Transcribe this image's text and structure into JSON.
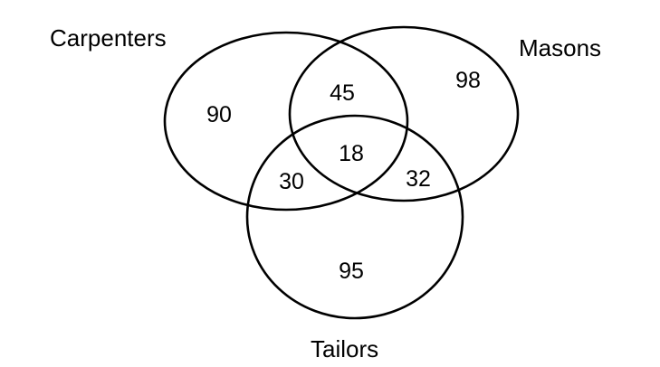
{
  "sets": {
    "carpenters": {
      "label": "Carpenters"
    },
    "masons": {
      "label": "Masons"
    },
    "tailors": {
      "label": "Tailors"
    }
  },
  "regions": {
    "carpenters_only": "90",
    "masons_only": "98",
    "tailors_only": "95",
    "carpenters_and_masons": "45",
    "carpenters_and_tailors": "30",
    "masons_and_tailors": "32",
    "all_three": "18"
  },
  "colors": {
    "stroke": "#000000",
    "text": "#000000",
    "background": "#ffffff"
  }
}
